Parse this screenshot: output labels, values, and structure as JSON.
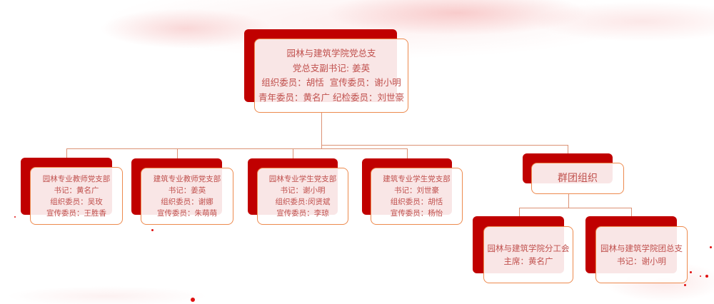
{
  "org_chart": {
    "root": {
      "title": "园林与建筑学院党总支",
      "lines": [
        "党总支副书记: 姜英",
        "组织委员：胡恬  宣传委员：谢小明",
        "青年委员：黄名广 纪检委员：刘世豪"
      ]
    },
    "branches": [
      {
        "title": "园林专业教师党支部",
        "lines": [
          "书记：黄名广",
          "组织委员：吴玫",
          "宣传委员：王胜香"
        ]
      },
      {
        "title": "建筑专业教师党支部",
        "lines": [
          "书记：姜英",
          "组织委员：谢娜",
          "宣传委员：朱萌萌"
        ]
      },
      {
        "title": "园林专业学生党支部",
        "lines": [
          "书记：谢小明",
          "组织委员:闵贤斌",
          "宣传委员：李琼"
        ]
      },
      {
        "title": "建筑专业学生党支部",
        "lines": [
          "书记：刘世豪",
          "组织委员：胡恬",
          "宣传委员：杨怡"
        ]
      }
    ],
    "mass_org": {
      "title": "群团组织",
      "children": [
        {
          "title": "园林与建筑学院分工会",
          "lines": [
            "主席：黄名广"
          ]
        },
        {
          "title": "园林与建筑学院团总支",
          "lines": [
            "书记：谢小明"
          ]
        }
      ]
    }
  },
  "colors": {
    "card_back": "#c00000",
    "card_border": "#ed8a4e",
    "text": "#c0504d",
    "connector": "#dc9275",
    "background": "#ffffff"
  }
}
